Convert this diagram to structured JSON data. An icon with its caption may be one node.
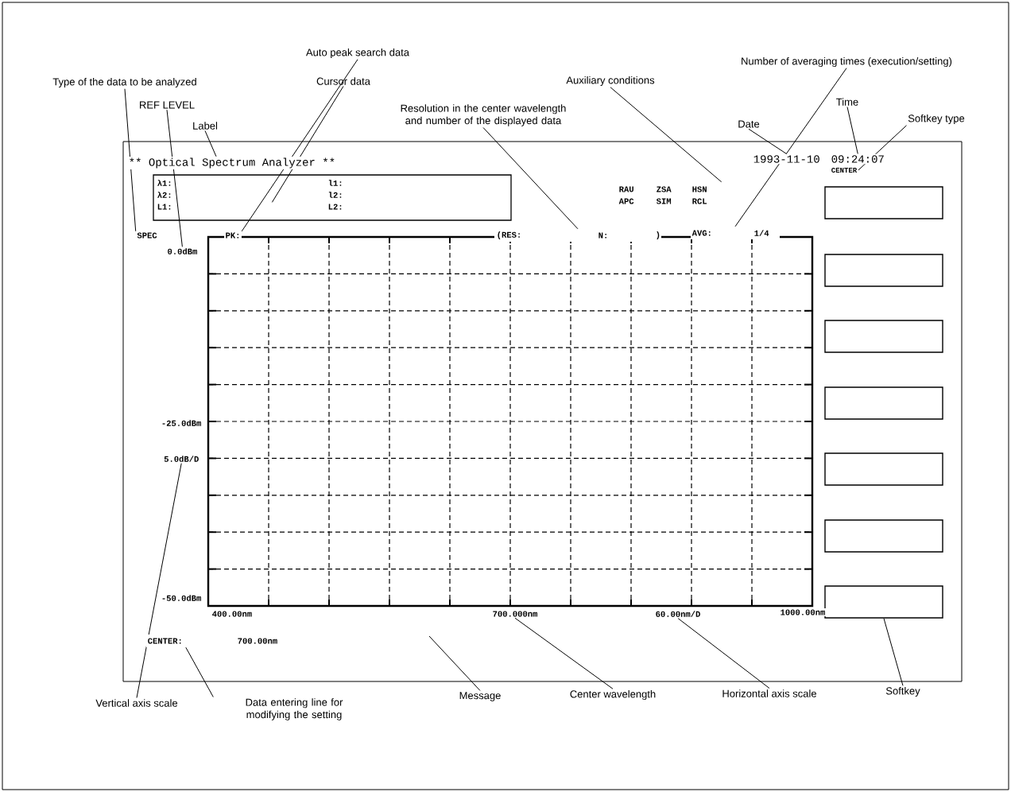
{
  "diagram": {
    "nodes": [
      {
        "text": [
          "Auto peak search data"
        ]
      },
      {
        "text": [
          "Type of the data to be analyzed"
        ]
      },
      {
        "text": [
          "Cursor data"
        ]
      },
      {
        "text": [
          "Auxiliary conditions"
        ]
      },
      {
        "text": [
          "Number of averaging times (execution/setting)"
        ]
      },
      {
        "text": [
          "REF LEVEL"
        ]
      },
      {
        "text": [
          "Resolution in the center wavelength and number of the displayed data"
        ]
      },
      {
        "text": [
          "Time"
        ]
      },
      {
        "text": [
          "Label"
        ]
      },
      {
        "text": [
          "Date"
        ]
      },
      {
        "text": [
          "Softkey type"
        ]
      },
      {
        "text": [
          "** Optical Spectrum Analyzer **"
        ]
      },
      {
        "text": [
          "1993-11-10"
        ]
      },
      {
        "text": [
          "09:24:07"
        ]
      },
      {
        "text": [
          "CENTER"
        ]
      },
      {
        "text": [
          "λ1:",
          "λ2:",
          "L1:",
          "l1:",
          "l2:",
          "L2:"
        ]
      },
      {
        "text": [
          "RAU",
          "ZSA",
          "HSN",
          "APC",
          "SIM",
          "RCL"
        ]
      },
      {
        "text": [
          "SPEC"
        ]
      },
      {
        "text": [
          "PK:"
        ]
      },
      {
        "text": [
          "(RES:",
          "N:",
          ")"
        ]
      },
      {
        "text": [
          "AVG:",
          "1/4"
        ]
      },
      {
        "text": [
          "0.0dBm"
        ]
      },
      {
        "text": [],
        "shape": "box"
      },
      {
        "text": [],
        "shape": "box"
      },
      {
        "text": [],
        "shape": "box"
      },
      {
        "text": [],
        "shape": "box"
      },
      {
        "text": [],
        "shape": "box"
      },
      {
        "text": [],
        "shape": "box"
      },
      {
        "text": [],
        "shape": "box"
      },
      {
        "text": [
          "5.0dB/D"
        ]
      },
      {
        "text": [
          "700.000nm"
        ]
      },
      {
        "text": [
          "60.00nm/D"
        ]
      },
      {
        "text": [
          "CENTER:",
          "700.00nm"
        ]
      },
      {
        "text": [
          "Vertical axis scale"
        ]
      },
      {
        "text": [
          "Data entering line for modifying the setting"
        ]
      },
      {
        "text": [
          "Message"
        ]
      },
      {
        "text": [
          "Center wavelength"
        ]
      },
      {
        "text": [
          "Horizontal axis scale"
        ]
      },
      {
        "text": [
          "Softkey"
        ]
      }
    ],
    "edges": [
      {
        "from": 0,
        "to": 18,
        "arrow": "none"
      },
      {
        "from": 1,
        "to": 17,
        "arrow": "none"
      },
      {
        "from": 2,
        "to": 15,
        "arrow": "none"
      },
      {
        "from": 3,
        "to": 16,
        "arrow": "none"
      },
      {
        "from": 4,
        "to": 20,
        "arrow": "none"
      },
      {
        "from": 5,
        "to": 21,
        "arrow": "none"
      },
      {
        "from": 6,
        "to": 19,
        "arrow": "none"
      },
      {
        "from": 7,
        "to": 13,
        "arrow": "none"
      },
      {
        "from": 8,
        "to": 11,
        "arrow": "none"
      },
      {
        "from": 9,
        "to": 12,
        "arrow": "none"
      },
      {
        "from": 10,
        "to": 14,
        "arrow": "none"
      },
      {
        "from": 33,
        "to": 29,
        "arrow": "none"
      },
      {
        "from": 34,
        "to": 32,
        "arrow": "none"
      },
      {
        "from": 35,
        "to": null,
        "arrow": "none"
      },
      {
        "from": 36,
        "to": 30,
        "arrow": "none"
      },
      {
        "from": 37,
        "to": 31,
        "arrow": "none"
      },
      {
        "from": 38,
        "to": 28,
        "arrow": "none"
      }
    ],
    "labels": [
      "-25.0dBm",
      "-50.0dBm",
      "400.00nm",
      "1000.00nm"
    ]
  }
}
